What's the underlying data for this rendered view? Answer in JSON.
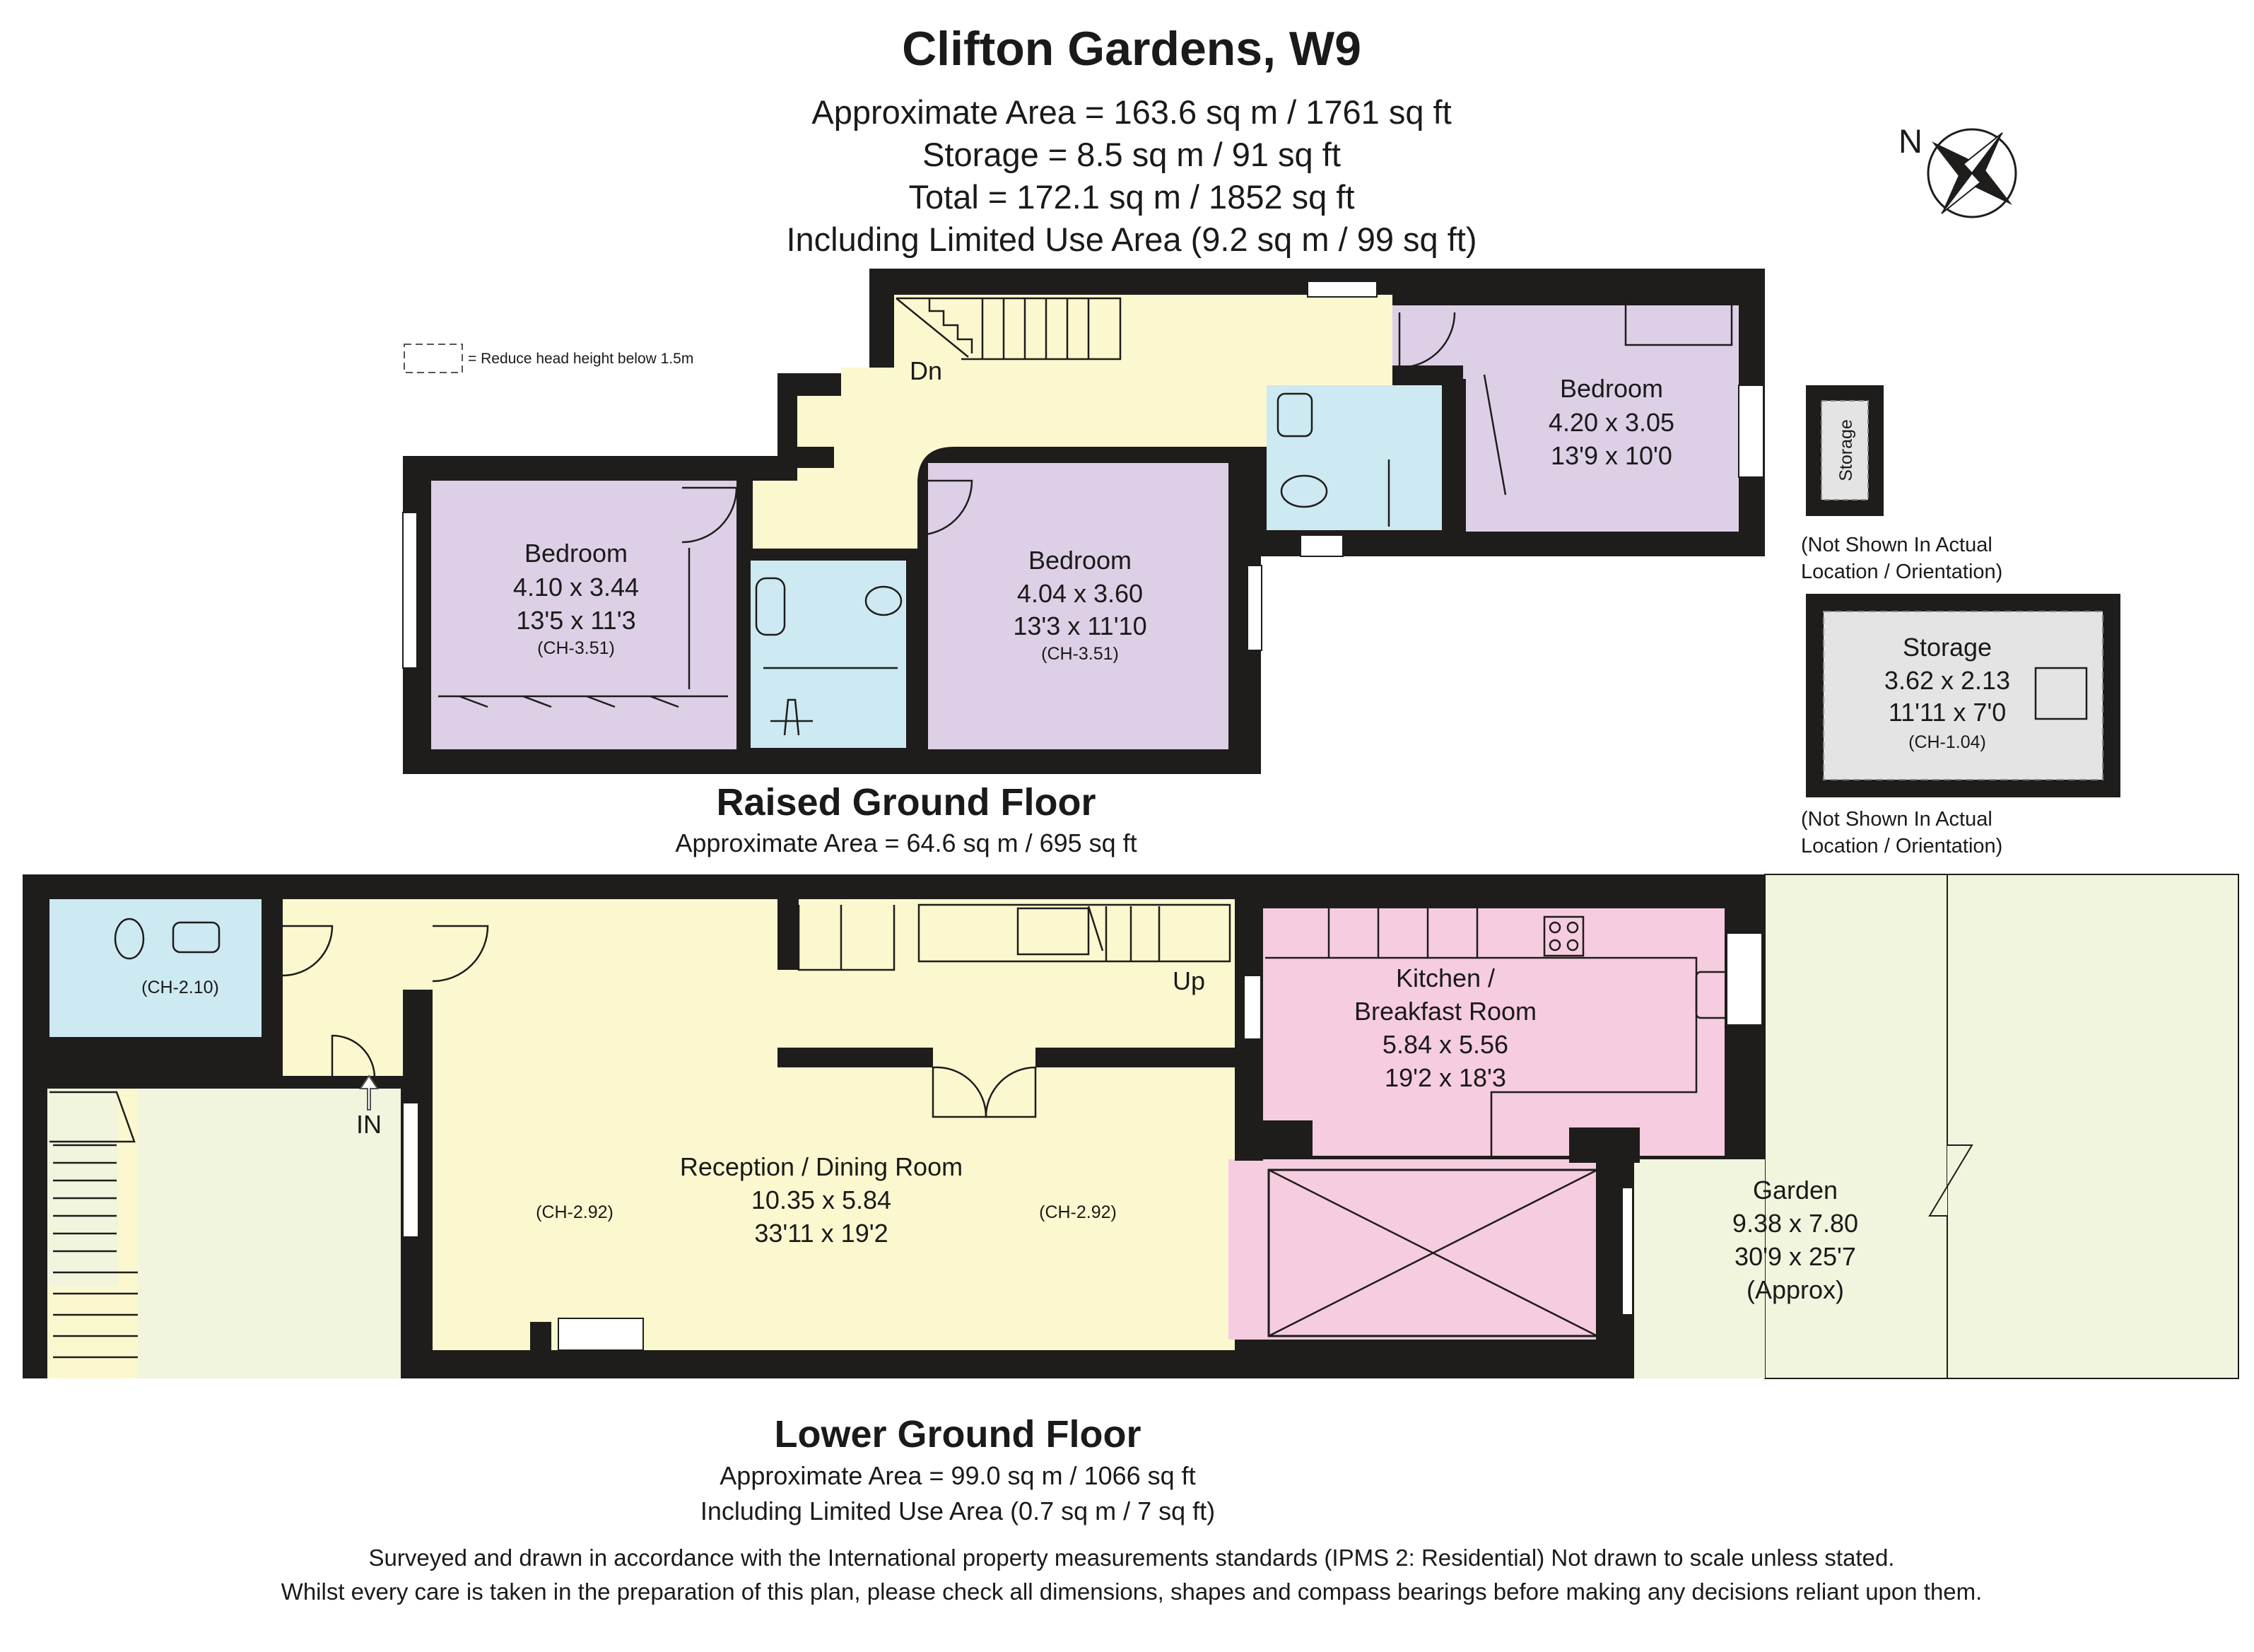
{
  "header": {
    "title": "Clifton Gardens, W9",
    "area_lines": [
      "Approximate Area = 163.6 sq m / 1761 sq ft",
      "Storage = 8.5 sq m / 91 sq ft",
      "Total = 172.1 sq m / 1852 sq ft",
      "Including Limited Use Area (9.2 sq m / 99 sq ft)"
    ]
  },
  "compass": {
    "label": "N"
  },
  "legend": {
    "text": "= Reduce head height below 1.5m"
  },
  "colors": {
    "hall": "#fbf8cf",
    "bedroom": "#ddd0e6",
    "bathroom": "#cde9f1",
    "kitchen": "#f6cce0",
    "garden": "#f1f5de",
    "storage": "#e4e4e4",
    "wall": "#1e1d1b"
  },
  "raised_ground_floor": {
    "title": "Raised Ground Floor",
    "area": "Approximate Area = 64.6 sq m / 695 sq ft",
    "stairs_label": "Dn",
    "rooms": [
      {
        "id": "bedroom-left",
        "name": "Bedroom",
        "metric": "4.10 x 3.44",
        "imperial": "13'5 x 11'3",
        "ceiling": "(CH-3.51)"
      },
      {
        "id": "bedroom-middle",
        "name": "Bedroom",
        "metric": "4.04 x 3.60",
        "imperial": "13'3 x 11'10",
        "ceiling": "(CH-3.51)"
      },
      {
        "id": "bedroom-right",
        "name": "Bedroom",
        "metric": "4.20 x 3.05",
        "imperial": "13'9 x 10'0"
      }
    ]
  },
  "storage_units": [
    {
      "id": "storage-small",
      "name": "Storage",
      "note_lines": [
        "(Not Shown In Actual",
        "Location / Orientation)"
      ]
    },
    {
      "id": "storage-large",
      "name": "Storage",
      "metric": "3.62 x 2.13",
      "imperial": "11'11 x 7'0",
      "ceiling": "(CH-1.04)",
      "note_lines": [
        "(Not Shown In Actual",
        "Location / Orientation)"
      ]
    }
  ],
  "lower_ground_floor": {
    "title": "Lower Ground Floor",
    "area": "Approximate Area = 99.0 sq m / 1066 sq ft",
    "limited": "Including Limited Use Area (0.7 sq m / 7 sq ft)",
    "stairs_label": "Up",
    "entrance_label": "IN",
    "wc_ceiling": "(CH-2.10)",
    "reception": {
      "name": "Reception / Dining Room",
      "metric": "10.35 x 5.84",
      "imperial": "33'11 x 19'2",
      "ceiling_left": "(CH-2.92)",
      "ceiling_right": "(CH-2.92)"
    },
    "kitchen": {
      "name_line1": "Kitchen /",
      "name_line2": "Breakfast Room",
      "metric": "5.84 x 5.56",
      "imperial": "19'2 x 18'3"
    },
    "garden": {
      "name": "Garden",
      "metric": "9.38 x 7.80",
      "imperial": "30'9 x 25'7",
      "note": "(Approx)"
    }
  },
  "footer": {
    "line1": "Surveyed and drawn in accordance with the International property measurements standards (IPMS 2: Residential) Not drawn to scale unless stated.",
    "line2": "Whilst every care is taken in the preparation of this plan, please check all dimensions, shapes and compass bearings before making any decisions reliant upon them."
  }
}
